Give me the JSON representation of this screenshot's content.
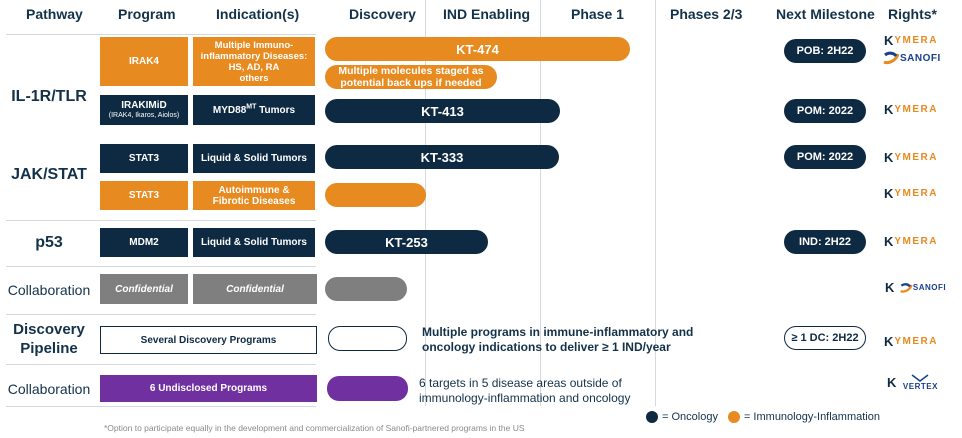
{
  "headers": {
    "pathway": "Pathway",
    "program": "Program",
    "indications": "Indication(s)",
    "discovery": "Discovery",
    "ind_enabling": "IND Enabling",
    "phase1": "Phase 1",
    "phase23": "Phases 2/3",
    "next_milestone": "Next Milestone",
    "rights": "Rights*"
  },
  "pathways": {
    "il1r": "IL-1R/TLR",
    "jak": "JAK/STAT",
    "p53": "p53",
    "collab1": "Collaboration",
    "discovery_line1": "Discovery",
    "discovery_line2": "Pipeline",
    "collab2": "Collaboration"
  },
  "rows": {
    "irak4": {
      "program": "IRAK4",
      "indication_line1": "Multiple Immuno-",
      "indication_line2": "inflammatory Diseases:",
      "indication_line3": "HS, AD, RA",
      "indication_line4": "others",
      "pill": "KT-474",
      "backup_line1": "Multiple molecules staged as",
      "backup_line2": "potential back ups if needed",
      "milestone": "POB: 2H22"
    },
    "irakimid": {
      "program": "IRAKIMiD",
      "program_sub": "(IRAK4, Ikaros, Aiolos)",
      "indication": "MYD88",
      "indication_sup": "MT",
      "indication_tail": " Tumors",
      "pill": "KT-413",
      "milestone": "POM: 2022"
    },
    "stat3_onc": {
      "program": "STAT3",
      "indication": "Liquid & Solid Tumors",
      "pill": "KT-333",
      "milestone": "POM: 2022"
    },
    "stat3_imm": {
      "program": "STAT3",
      "indication_line1": "Autoimmune &",
      "indication_line2": "Fibrotic Diseases"
    },
    "mdm2": {
      "program": "MDM2",
      "indication": "Liquid & Solid Tumors",
      "pill": "KT-253",
      "milestone": "IND: 2H22"
    },
    "confidential": {
      "program": "Confidential",
      "indication": "Confidential"
    },
    "discovery": {
      "program": "Several Discovery Programs",
      "note_line1": "Multiple programs in immune-inflammatory and",
      "note_line2": "oncology indications to deliver ≥ 1 IND/year",
      "milestone": "≥ 1 DC: 2H22"
    },
    "undisclosed": {
      "program": "6 Undisclosed Programs",
      "note_line1": "6 targets in 5 disease areas outside of",
      "note_line2": "immunology-inflammation and oncology"
    }
  },
  "logos": {
    "kymera_k": "K",
    "kymera_text": "YMERA",
    "sanofi": "SANOFI",
    "vertex": "VERTEX"
  },
  "legend": {
    "oncology": "= Oncology",
    "immunology": "= Immunology-Inflammation"
  },
  "footnote": "*Option to participate equally in the development and commercialization of Sanofi-partnered programs in the US",
  "colors": {
    "navy": "#0e2a42",
    "orange": "#e78a20",
    "gray": "#7f7f7f",
    "purple": "#7030a0"
  }
}
